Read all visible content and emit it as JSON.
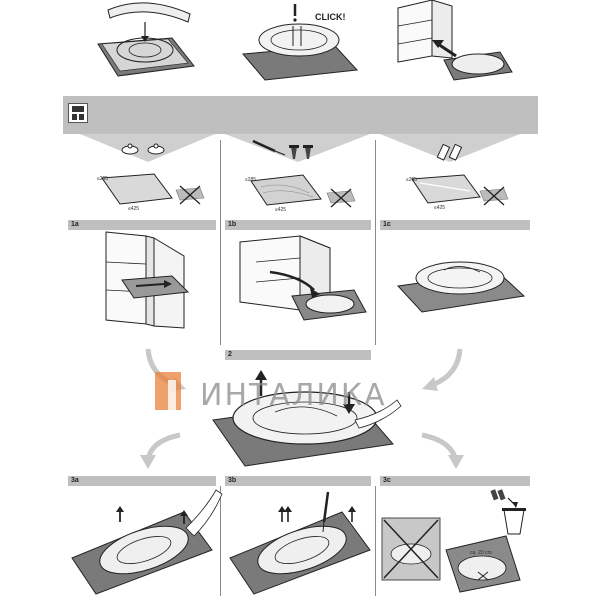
{
  "top_row": {
    "click_label": "CLICK!",
    "exclaim": "!"
  },
  "header_band": {
    "icon_name": "instruction-manual-icon"
  },
  "options": {
    "a": {
      "dim_w": "≤285",
      "dim_l": "≤425"
    },
    "b": {
      "dim_w": "≤285",
      "dim_l": "≤425"
    },
    "c": {
      "dim_w": "≤285",
      "dim_l": "≤425"
    }
  },
  "steps": {
    "s1a": "1a",
    "s1b": "1b",
    "s1c": "1c",
    "s2": "2",
    "s3a": "3a",
    "s3b": "3b",
    "s3c": "3c"
  },
  "watermark": {
    "logo_text": "ИНТАЛИКА"
  },
  "step3c": {
    "dim_note": "ca. 20 cm"
  },
  "colors": {
    "band": "#bfbfbf",
    "watermark_orange": "#e8823a",
    "watermark_grey": "#8c8c8c",
    "line": "#222222"
  }
}
